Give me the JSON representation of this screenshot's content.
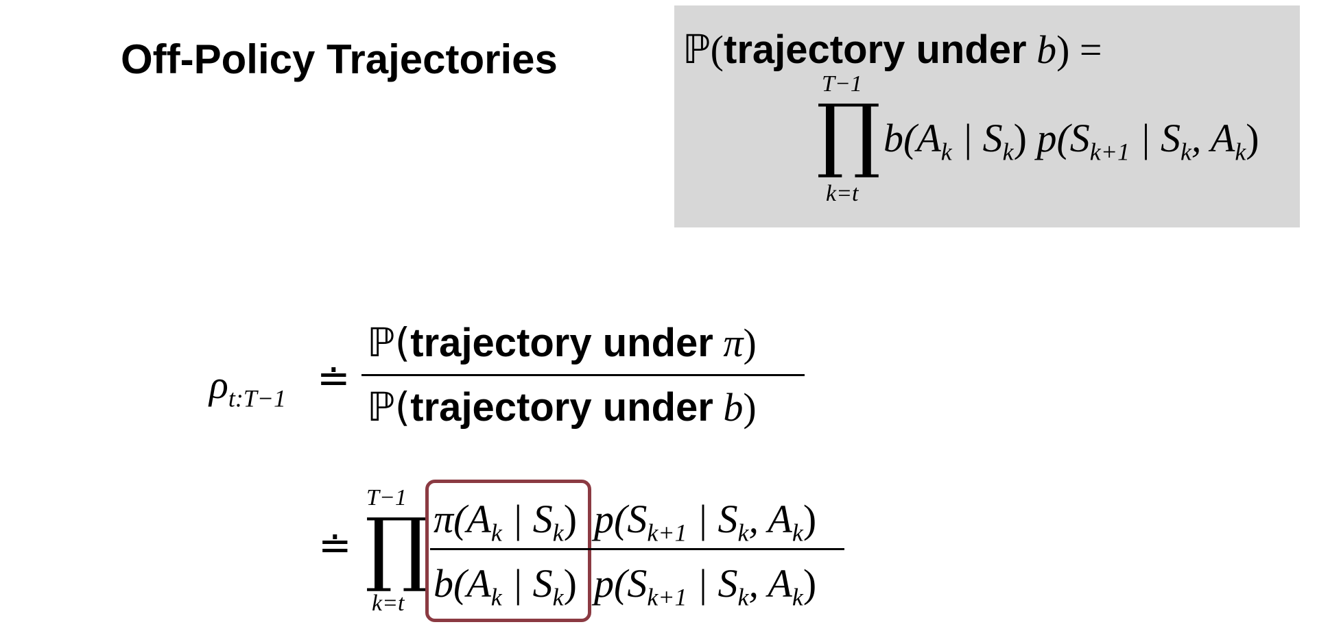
{
  "slide": {
    "title": "Off-Policy Trajectories"
  },
  "box_formula": {
    "prob_symbol": "ℙ",
    "open_paren": "(",
    "phrase": "trajectory under",
    "policy": "b",
    "close_equals": ") =",
    "prod_upper": "T−1",
    "prod_lower": "k=t",
    "term1": "b(A",
    "sub_k": "k",
    "bar_s": " | S",
    "close": ")",
    "term2": "p(S",
    "sub_k1": "k+1",
    "bar_s2": " | S",
    "comma_a": ", A"
  },
  "ratio": {
    "rho": "ρ",
    "rho_sub": "t:T−1",
    "def_eq": "≐",
    "num_open": "ℙ(",
    "num_phrase": "trajectory under",
    "num_policy": "π",
    "num_close": ")",
    "den_open": "ℙ(",
    "den_phrase": "trajectory under",
    "den_policy": "b",
    "den_close": ")"
  },
  "expansion": {
    "def_eq": "≐",
    "prod_upper": "T−1",
    "prod_lower": "k=t",
    "num_pi": "π(A",
    "den_b": "b(A",
    "sub_k": "k",
    "bar_s": " | S",
    "close": ")",
    "p_open": "p(S",
    "sub_k1": "k+1",
    "comma_a": ", A"
  },
  "colors": {
    "highlight_border": "#8b3a42",
    "box_background": "#d7d7d7"
  }
}
